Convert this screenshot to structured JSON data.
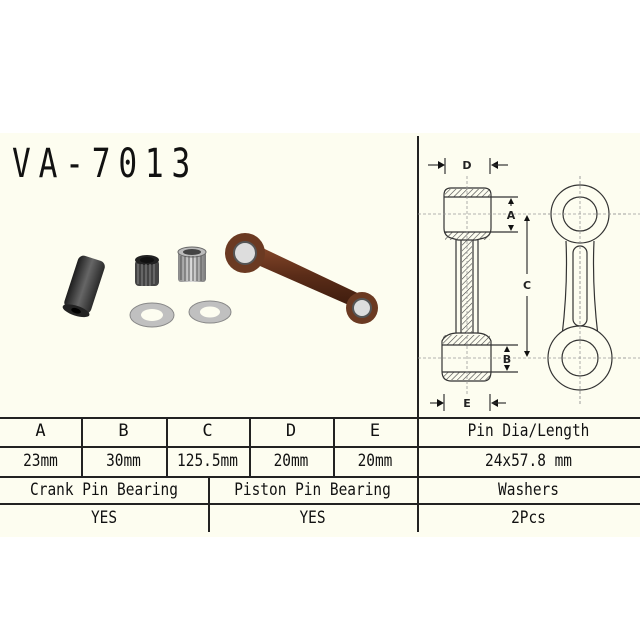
{
  "product": {
    "part_number": "VA-7013"
  },
  "diagram": {
    "labels": {
      "a": "A",
      "b": "B",
      "c": "C",
      "d": "D",
      "e": "E"
    }
  },
  "table": {
    "dimension_headers": [
      "A",
      "B",
      "C",
      "D",
      "E"
    ],
    "dimension_values": [
      "23mm",
      "30mm",
      "125.5mm",
      "20mm",
      "20mm"
    ],
    "pin_header": "Pin Dia/Length",
    "pin_value": "24x57.8 mm",
    "crank_pin_bearing_label": "Crank Pin Bearing",
    "crank_pin_bearing_value": "YES",
    "piston_pin_bearing_label": "Piston Pin Bearing",
    "piston_pin_bearing_value": "YES",
    "washers_label": "Washers",
    "washers_value": "2Pcs"
  },
  "colors": {
    "panel_bg": "#fdfdf0",
    "rod": "#6b3a22",
    "line": "#222222"
  }
}
